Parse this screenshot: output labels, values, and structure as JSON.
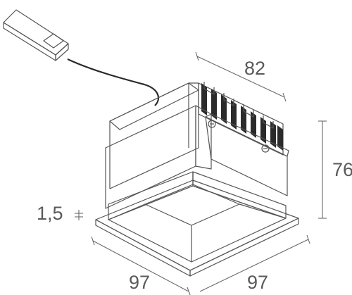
{
  "dimensions": {
    "depth": "82",
    "height": "76",
    "flange": "1,5",
    "width_left": "97",
    "width_right": "97"
  }
}
